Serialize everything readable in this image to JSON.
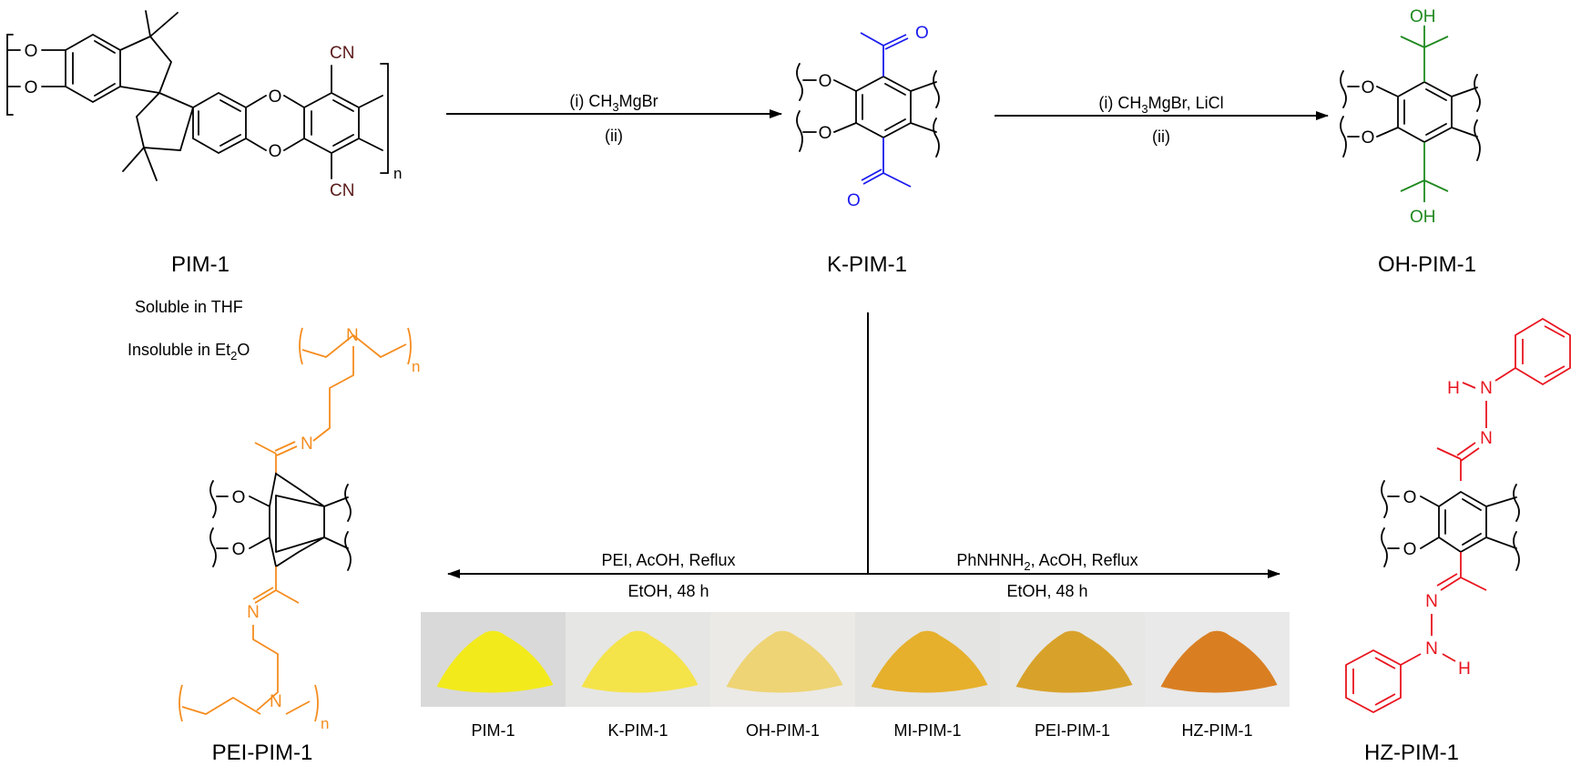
{
  "colors": {
    "black": "#000000",
    "nitrile": "#5a1a1a",
    "ketone": "#1a1aee",
    "hydroxyl": "#1f8a1f",
    "pei": "#f58c1e",
    "hydrazone": "#e8141e"
  },
  "compounds": {
    "pim1": "PIM-1",
    "kpim1": "K-PIM-1",
    "ohpim1": "OH-PIM-1",
    "peipim1": "PEI-PIM-1",
    "hzpim1": "HZ-PIM-1"
  },
  "atoms": {
    "o": "O",
    "n": "N",
    "h": "H",
    "oh": "OH",
    "cn": "CN",
    "n_sub": "n"
  },
  "solubility": {
    "soluble": "Soluble in THF",
    "insoluble_pre": "Insoluble in Et",
    "insoluble_sub": "2",
    "insoluble_post": "O"
  },
  "reactions": {
    "r1": {
      "step1_pre": "(i) CH",
      "step1_sub": "3",
      "step1_post": "MgBr",
      "step2": "(ii)"
    },
    "r2": {
      "step1_pre": "(i) CH",
      "step1_sub": "3",
      "step1_post": "MgBr, LiCl",
      "step2": "(ii)"
    },
    "r3": {
      "line1": "PEI, AcOH, Reflux",
      "line2": "EtOH, 48 h"
    },
    "r4": {
      "line1_pre": "PhNHNH",
      "line1_sub": "2",
      "line1_post": ", AcOH, Reflux",
      "line2": "EtOH, 48 h"
    }
  },
  "powders": [
    {
      "label": "PIM-1",
      "color": "#f3ea1c",
      "bg": "#d9d9d9"
    },
    {
      "label": "K-PIM-1",
      "color": "#f5e34a",
      "bg": "#e6e6e4"
    },
    {
      "label": "OH-PIM-1",
      "color": "#eed474",
      "bg": "#ebeae6"
    },
    {
      "label": "MI-PIM-1",
      "color": "#e6b02c",
      "bg": "#e4e4e2"
    },
    {
      "label": "PEI-PIM-1",
      "color": "#d8a22a",
      "bg": "#e7e7e5"
    },
    {
      "label": "HZ-PIM-1",
      "color": "#d97f22",
      "bg": "#e9e9e9"
    }
  ]
}
